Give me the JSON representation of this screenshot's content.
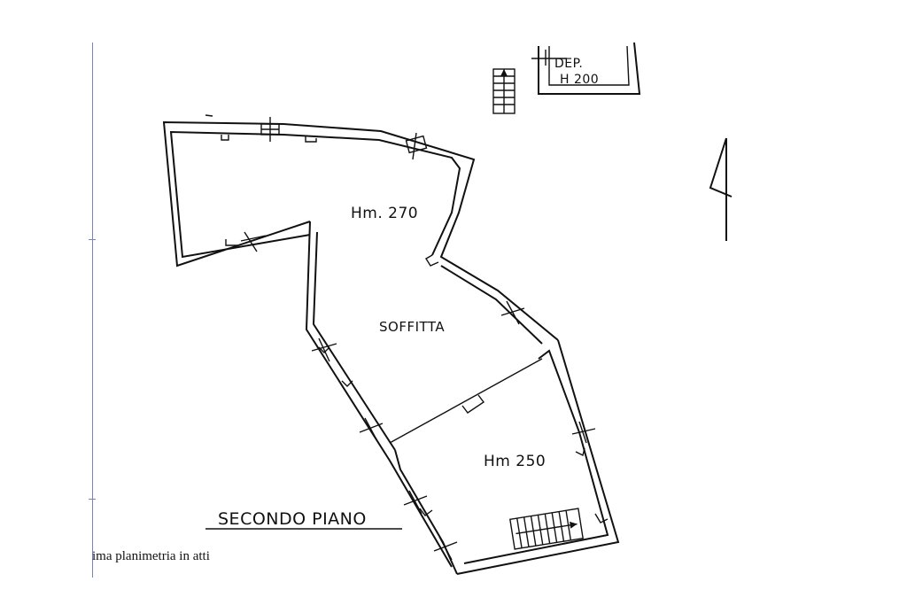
{
  "drawing": {
    "storage_label": "DEP.",
    "storage_height": "H 200",
    "room_upper_height": "Hm. 270",
    "room_attic": "SOFFITTA",
    "room_lower_height": "Hm 250",
    "floor_title": "SECONDO PIANO"
  },
  "viewer": {
    "caption": "ima planimetria in atti"
  },
  "icons": {
    "north": "north-arrow-icon",
    "stairs": "staircase-icon"
  }
}
